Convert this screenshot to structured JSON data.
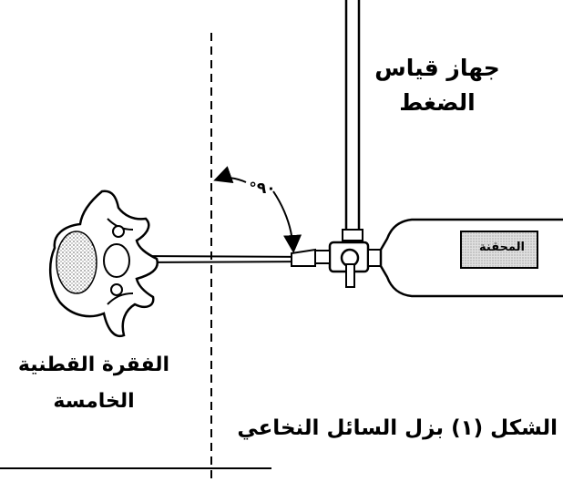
{
  "labels": {
    "gauge_line1": "جهاز قياس",
    "gauge_line2": "الضغط",
    "syringe": "المحقنة",
    "angle": "°٩٠",
    "vertebra_line1": "الفقرة القطنية",
    "vertebra_line2": "الخامسة",
    "caption": "الشكل (١) بزل السائل النخاعي"
  },
  "colors": {
    "ink": "#000000",
    "background": "#ffffff",
    "syringe_fill": "#e4e4e4"
  }
}
